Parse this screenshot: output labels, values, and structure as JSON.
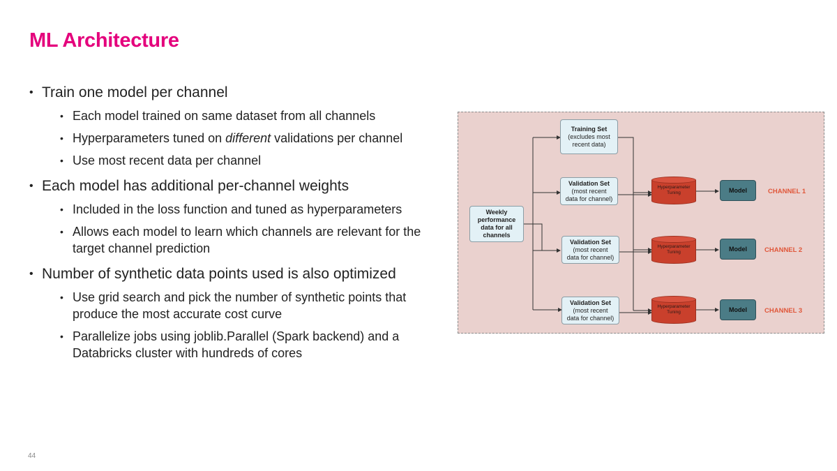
{
  "title": "ML Architecture",
  "bullet1": {
    "text": "Train one model per channel",
    "subs": [
      "Each model trained on same dataset from all channels",
      "Use most recent data per channel"
    ],
    "sub2_before": "Hyperparameters tuned on ",
    "sub2_italic": "different",
    "sub2_after": " validations per channel"
  },
  "bullet2": {
    "text": "Each model has additional per-channel weights",
    "subs": [
      "Included in the loss function and tuned as hyperparameters",
      "Allows each model to learn which channels are relevant for the target channel prediction"
    ]
  },
  "bullet3": {
    "text": "Number of synthetic data points used is also optimized",
    "subs": [
      "Use grid search and pick the number of synthetic points that produce the most accurate cost curve",
      "Parallelize jobs using joblib.Parallel (Spark backend) and a Databricks cluster with hundreds of cores"
    ]
  },
  "diagram": {
    "source": {
      "line1": "Weekly",
      "line2": "performance",
      "line3": "data for all",
      "line4": "channels"
    },
    "training": {
      "title": "Training Set",
      "line1": "(excludes most",
      "line2": "recent data)"
    },
    "validation": {
      "title": "Validation Set",
      "line1": "(most recent",
      "line2": "data for channel)"
    },
    "tuning": {
      "line1": "Hyperparameter",
      "line2": "Tuning"
    },
    "model_label": "Model",
    "channels": [
      "CHANNEL 1",
      "CHANNEL 2",
      "CHANNEL 3"
    ]
  },
  "colors": {
    "title": "#e4007c",
    "diagram_bg": "#ead1ce",
    "box_fill": "#e3f1f6",
    "tuning_fill": "#c9402c",
    "model_fill": "#4b7c86",
    "channel_text": "#e0573a"
  },
  "page_number": "44"
}
